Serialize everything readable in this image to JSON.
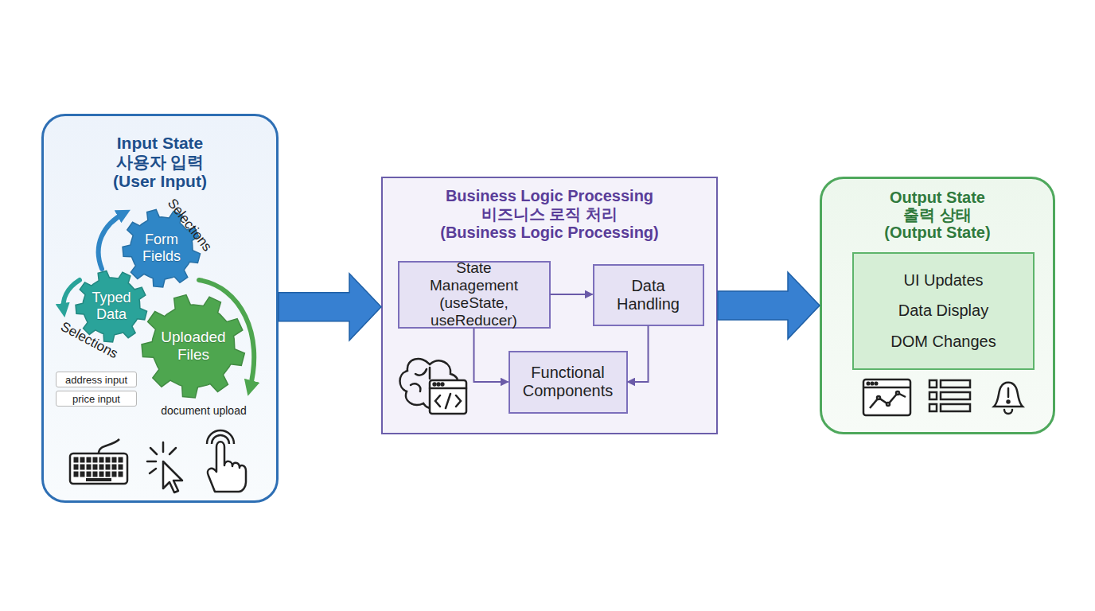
{
  "diagram": {
    "nodes": [
      {
        "text": [
          "Input State",
          "사용자 입력",
          "(User Input)"
        ]
      },
      {
        "text": [
          "Form Fields"
        ],
        "in": 0
      },
      {
        "text": [
          "Typed Data"
        ],
        "in": 0
      },
      {
        "text": [
          "Uploaded Files"
        ],
        "in": 0
      },
      {
        "text": [
          "address input"
        ],
        "in": 0
      },
      {
        "text": [
          "price input"
        ],
        "in": 0
      },
      {
        "text": [
          "Business Logic Processing",
          "비즈니스 로직 처리",
          "(Business Logic Processing)"
        ]
      },
      {
        "text": [
          "State Management (useState, useReducer)"
        ],
        "in": 6
      },
      {
        "text": [
          "Data Handling"
        ],
        "in": 6
      },
      {
        "text": [
          "Functional Components"
        ],
        "in": 6
      },
      {
        "text": [
          "Output State",
          "출력 상태",
          "(Output State)"
        ]
      },
      {
        "text": [
          "UI Updates",
          "Data Display",
          "DOM Changes"
        ],
        "in": 10
      }
    ],
    "edges": [
      {
        "from": 0,
        "to": 6,
        "arrow": "to"
      },
      {
        "from": 6,
        "to": 10,
        "arrow": "to"
      },
      {
        "from": 7,
        "to": 8,
        "arrow": "to"
      },
      {
        "from": 7,
        "to": 9,
        "arrow": "to"
      },
      {
        "from": 8,
        "to": 9,
        "arrow": "to"
      }
    ],
    "labels": [
      "Selections",
      "Selections",
      "document upload"
    ]
  }
}
